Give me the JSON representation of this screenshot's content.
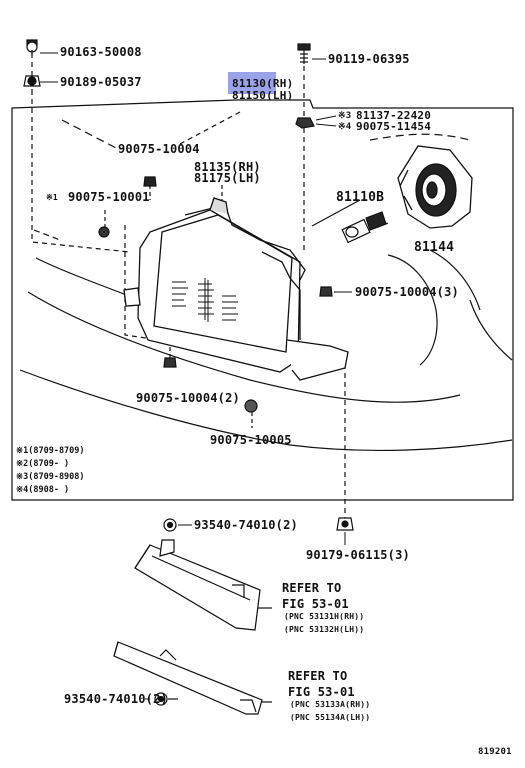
{
  "parts": {
    "p1": "90163-50008",
    "p2": "90189-05037",
    "p3": "90119-06395",
    "p4a": "81130(RH)",
    "p4b": "81150(LH)",
    "p5": "81137-22420",
    "p5m": "※3",
    "p6": "90075-11454",
    "p6m": "※4",
    "p7": "90075-10004",
    "p8": "90075-10001",
    "p8m": "※1",
    "p9a": "81135(RH)",
    "p9b": "81175(LH)",
    "p10": "81110B",
    "p11": "81144",
    "p12": "90075-10004(3)",
    "p13": "90075-10004(2)",
    "p14": "90075-10005",
    "p15": "93540-74010(2)",
    "p16": "90179-06115(3)",
    "p17": "93540-74010(2)"
  },
  "notes": [
    "※1(8709-8709)",
    "※2(8709-      )",
    "※3(8709-8908)",
    "※4(8908-      )"
  ],
  "refer1": {
    "line1": "REFER TO",
    "line2": "FIG 53-01",
    "line3": "(PNC  53131H(RH))",
    "line4": "(PNC  53132H(LH))"
  },
  "refer2": {
    "line1": "REFER TO",
    "line2": "FIG 53-01",
    "line3": "(PNC  53133A(RH))",
    "line4": "(PNC  55134A(LH))"
  },
  "diagram_id": "819201"
}
